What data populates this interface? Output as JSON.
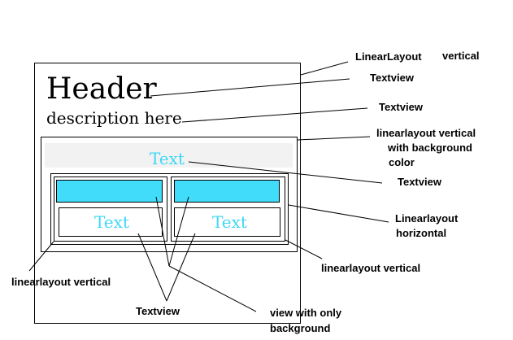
{
  "mockup": {
    "header": "Header",
    "description": "description here",
    "center_text": "Text",
    "left_cell_text": "Text",
    "right_cell_text": "Text"
  },
  "annotations": {
    "linearlayout_vertical_top_1": "LinearLayout",
    "linearlayout_vertical_top_2": "vertical",
    "textview_header": "Textview",
    "textview_description": "Textview",
    "bg_layout_line1": "linearlayout vertical",
    "bg_layout_line2": "with background",
    "bg_layout_line3": "color",
    "textview_center": "Textview",
    "horizontal_line1": "Linearlayout",
    "horizontal_line2": "horizontal",
    "vertical_right": "linearlayout vertical",
    "vertical_left": "linearlayout vertical",
    "textview_bottom": "Textview",
    "view_bg_line1": "view with only",
    "view_bg_line2": "background"
  },
  "colors": {
    "cyan_fill": "#41dcf9",
    "cyan_text": "#3fd7f6",
    "band_gray": "#f2f2f2"
  }
}
